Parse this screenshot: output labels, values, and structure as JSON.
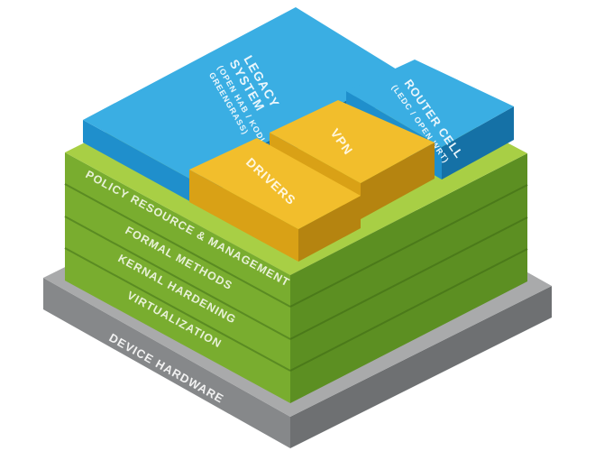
{
  "layers": {
    "base": "DEVICE HARDWARE",
    "green": [
      "POLICY RESOURCE & MANAGEMENT",
      "FORMAL METHODS",
      "KERNAL HARDENING",
      "VIRTUALIZATION"
    ]
  },
  "blocks": {
    "legacy": {
      "title1": "LEGACY",
      "title2": "SYSTEM",
      "sub1": "(OPEN HAB / KODI /",
      "sub2": "GREENGRASS)"
    },
    "router": {
      "title": "ROUTER CELL",
      "sub": "(LEDC / OPEN WRT)"
    },
    "vpn": {
      "title": "VPN"
    },
    "drivers": {
      "title": "DRIVERS"
    }
  },
  "colors": {
    "gray_top": "#a9aaab",
    "gray_front": "#86888a",
    "gray_side": "#6e7072",
    "green_top": "#a8cf45",
    "green_front": "#79ad2f",
    "green_side": "#5c8f22",
    "blue_top": "#3aaee3",
    "blue_front": "#1f8fcc",
    "blue_side": "#1571a6",
    "yellow_top": "#f2be2c",
    "yellow_front": "#d9a116",
    "yellow_side": "#b58410"
  }
}
